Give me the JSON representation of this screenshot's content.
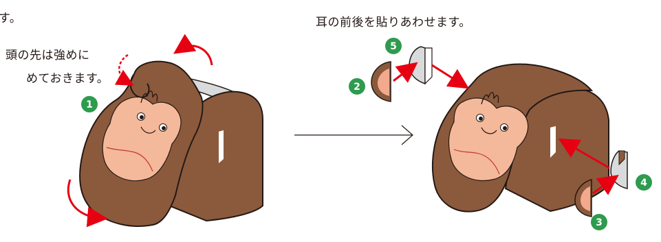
{
  "texts": {
    "top_left_fragment": "す。",
    "left_note_line1": "頭の先は強めに",
    "left_note_line2": "めておきます。",
    "right_title": "耳の前後を貼りあわせます。"
  },
  "badges": [
    "1",
    "2",
    "3",
    "4",
    "5"
  ],
  "colors": {
    "fur": "#8b5a3c",
    "face": "#f4b89a",
    "ear_inner": "#f2a98c",
    "paper_gray": "#d9dadb",
    "badge_green": "#2e9b4e",
    "arrow_red": "#e60012",
    "outline": "#231815"
  },
  "icons": [
    "curved-arrow-icon",
    "right-arrow-icon",
    "number-badge-icon"
  ]
}
